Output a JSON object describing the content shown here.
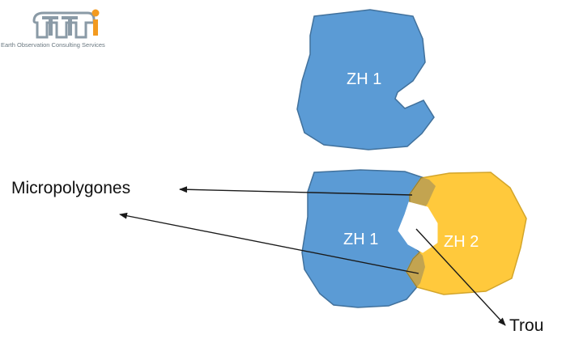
{
  "logo": {
    "mark": "TTI",
    "tagline": "Earth Observation Consulting Services",
    "colors": {
      "letters": "#8a9aa6",
      "accent": "#f39a1f"
    }
  },
  "shapes": {
    "top_zone_label": "ZH 1",
    "bottom_zone_1_label": "ZH 1",
    "bottom_zone_2_label": "ZH 2"
  },
  "annotations": {
    "micropolygones": "Micropolygones",
    "trou": "Trou"
  },
  "colors": {
    "zh1_fill": "#5b9bd5",
    "zh2_fill": "#ffc93c",
    "overlap_fill": "#c3a450",
    "outline": "#41719c",
    "arrow": "#1a1a1a"
  }
}
